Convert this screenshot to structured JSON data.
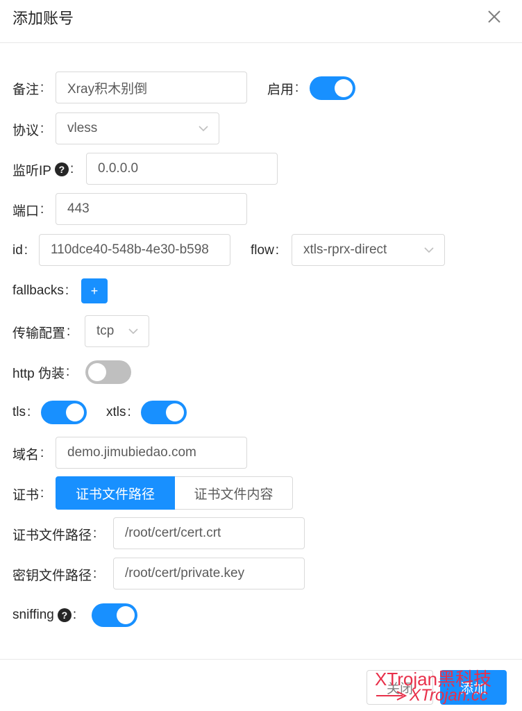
{
  "dialog": {
    "title": "添加账号",
    "close_icon": "close-icon"
  },
  "fields": {
    "remark": {
      "label": "备注",
      "colon": ":",
      "value": "Xray积木别倒"
    },
    "enable": {
      "label": "启用",
      "colon": ":",
      "on": true
    },
    "protocol": {
      "label": "协议",
      "colon": ":",
      "value": "vless"
    },
    "listen_ip": {
      "label": "监听IP",
      "help": "?",
      "colon": ":",
      "value": "0.0.0.0"
    },
    "port": {
      "label": "端口",
      "colon": ":",
      "value": "443"
    },
    "id": {
      "label": "id",
      "colon": ":",
      "value": "110dce40-548b-4e30-b598"
    },
    "flow": {
      "label": "flow",
      "colon": ":",
      "value": "xtls-rprx-direct"
    },
    "fallbacks": {
      "label": "fallbacks",
      "colon": ":",
      "add": "+"
    },
    "transport": {
      "label": "传输配置",
      "colon": ":",
      "value": "tcp"
    },
    "http_fake": {
      "label": "http 伪装",
      "colon": ":",
      "on": false
    },
    "tls": {
      "label": "tls",
      "colon": ":",
      "on": true
    },
    "xtls": {
      "label": "xtls",
      "colon": ":",
      "on": true
    },
    "domain": {
      "label": "域名",
      "colon": ":",
      "value": "demo.jimubiedao.com"
    },
    "cert": {
      "label": "证书",
      "colon": ":",
      "option_path": "证书文件路径",
      "option_content": "证书文件内容",
      "selected": "证书文件路径"
    },
    "cert_path": {
      "label": "证书文件路径",
      "colon": ":",
      "value": "/root/cert/cert.crt"
    },
    "key_path": {
      "label": "密钥文件路径",
      "colon": ":",
      "value": "/root/cert/private.key"
    },
    "sniffing": {
      "label": "sniffing",
      "help": "?",
      "colon": ":",
      "on": true
    }
  },
  "footer": {
    "cancel_label": "关闭",
    "ok_label": "添加"
  },
  "watermark": {
    "line1": "XTrojan黑科技",
    "line2": "XTrojan.cc"
  },
  "colors": {
    "primary": "#1890ff",
    "switch_off": "#bfbfbf",
    "watermark": "#e8304a"
  }
}
